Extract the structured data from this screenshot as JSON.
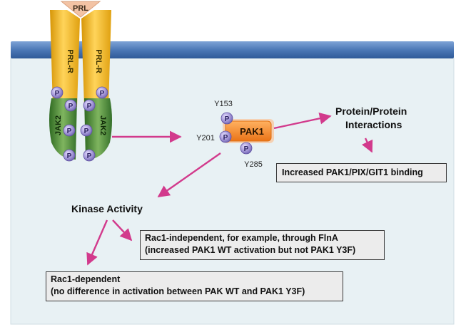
{
  "colors": {
    "cytoplasm": "#e8f1f4",
    "membrane": "#4c78b6",
    "receptor": "#f2b51f",
    "jak2": "#4f8a3a",
    "phospho": "#9a8fd1",
    "pak1": "#f08a2c",
    "arrow": "#d23a8c",
    "ligand": "#f3c3a4"
  },
  "ligand": {
    "label": "PRL",
    "icon": "triangle-ligand"
  },
  "receptor": {
    "left_label": "PRL-R",
    "right_label": "PRL-R"
  },
  "jak": {
    "left_label": "JAK2",
    "right_label": "JAK2"
  },
  "phospho_symbol": "P",
  "pak1": {
    "label": "PAK1",
    "sites": {
      "top": "Y153",
      "left": "Y201",
      "bottom": "Y285"
    }
  },
  "nodes": {
    "protein_interactions": {
      "line1": "Protein/Protein",
      "line2": "Interactions"
    },
    "kinase_activity": "Kinase Activity"
  },
  "boxes": {
    "binding": "Increased PAK1/PIX/GIT1 binding",
    "rac1_independent": {
      "line1": "Rac1-independent, for example, through FlnA",
      "line2": "(increased PAK1 WT activation but not PAK1 Y3F)"
    },
    "rac1_dependent": {
      "line1": "Rac1-dependent",
      "line2": "(no difference in activation between PAK WT and PAK1 Y3F)"
    }
  }
}
